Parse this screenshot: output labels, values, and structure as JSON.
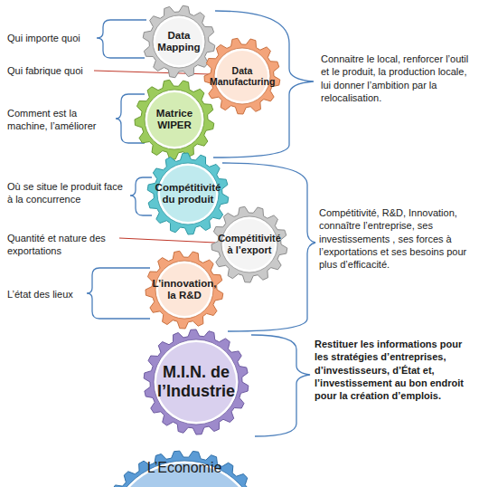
{
  "diagram": {
    "nodes": [
      {
        "text": [
          "Data Mapping"
        ]
      },
      {
        "text": [
          "Data Manufacturing"
        ]
      },
      {
        "text": [
          "Matrice WIPER"
        ]
      },
      {
        "text": [
          "Compétitivité du produit"
        ]
      },
      {
        "text": [
          "Compétitivité à l’export"
        ]
      },
      {
        "text": [
          "L’innovation, la R&D"
        ]
      },
      {
        "text": [
          "M.I.N. de l’Industrie"
        ]
      },
      {
        "text": [
          "L’Economie"
        ]
      }
    ],
    "labels": [
      "Qui importe quoi",
      "Qui fabrique quoi",
      "Comment est la machine, l’améliorer",
      "Où se situe le produit face à la concurrence",
      "Quantité et nature des exportations",
      "L’état des lieux",
      "Connaitre le local, renforcer l’outil et le produit, la production locale, lui donner l’ambition par la relocalisation.",
      "Compétitivité, R&D, Innovation, connaître l’entreprise, ses investissements , ses forces à l’exportations et ses besoins pour plus d’efficacité.",
      "Restituer les informations pour les stratégies d’entreprises, d’investisseurs, d’État et, l’investissement au bon endroit pour la création d’emplois."
    ]
  }
}
